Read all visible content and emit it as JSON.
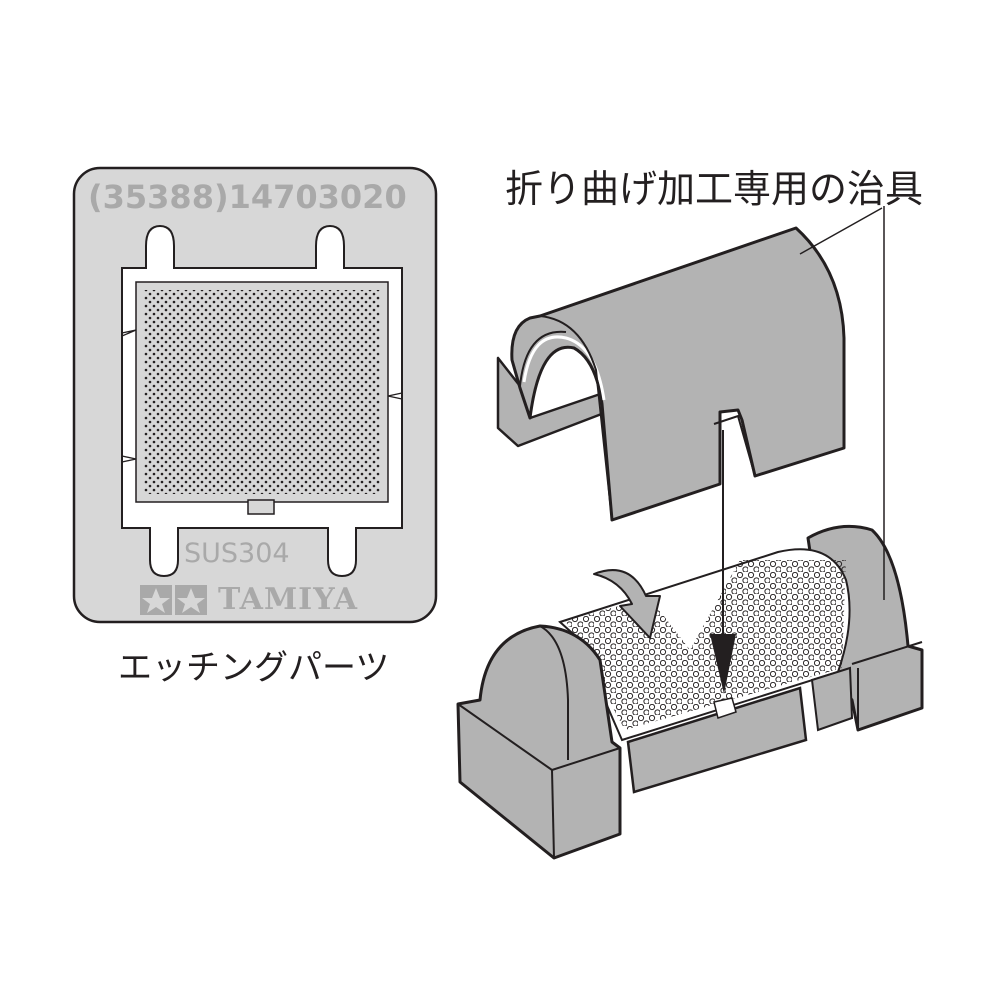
{
  "fret": {
    "part_code": "(35388)14703020",
    "material": "SUS304",
    "brand": "TAMIYA",
    "brand_logo_icon": "twin-star-logo",
    "caption": "エッチングパーツ"
  },
  "jig": {
    "caption": "折り曲げ加工専用の治具"
  },
  "colors": {
    "fret_plate": "#d7d7d7",
    "jig_gray": "#b3b3b3",
    "outline": "#231f20",
    "engraved_text": "#a9a9a9",
    "background": "#ffffff"
  }
}
